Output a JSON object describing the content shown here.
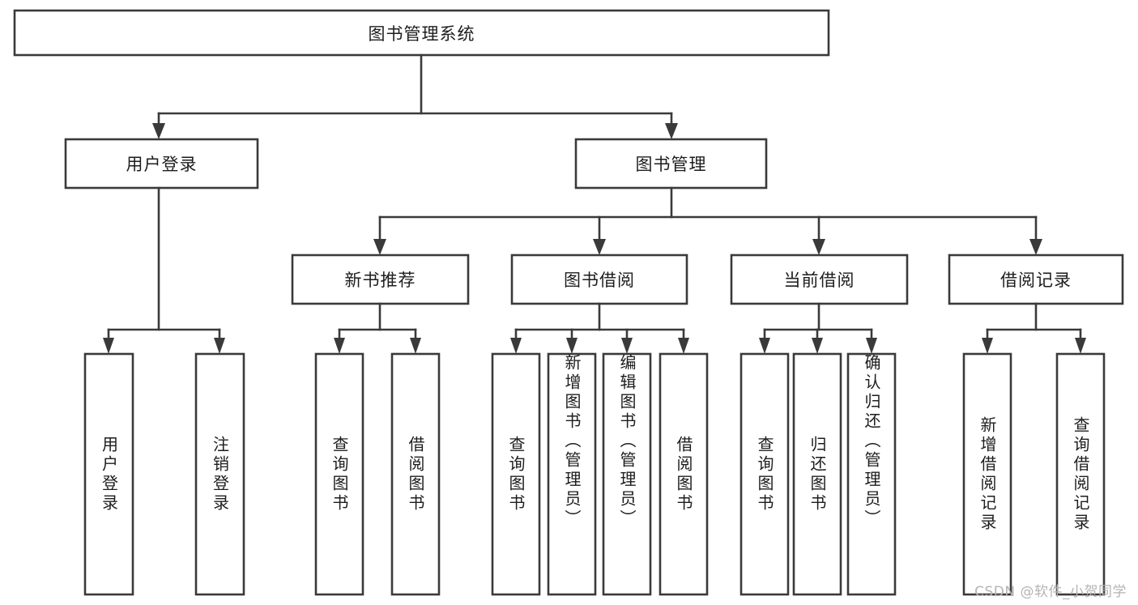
{
  "diagram": {
    "type": "tree",
    "title": "图书管理系统",
    "root": {
      "id": "root",
      "label": "图书管理系统",
      "orientation": "horizontal"
    },
    "level1": [
      {
        "id": "user-login",
        "label": "用户登录",
        "orientation": "horizontal"
      },
      {
        "id": "book-manage",
        "label": "图书管理",
        "orientation": "horizontal"
      }
    ],
    "level2": [
      {
        "id": "new-book-rec",
        "label": "新书推荐",
        "orientation": "horizontal",
        "parent": "book-manage"
      },
      {
        "id": "book-borrow",
        "label": "图书借阅",
        "orientation": "horizontal",
        "parent": "book-manage"
      },
      {
        "id": "current-borrow",
        "label": "当前借阅",
        "orientation": "horizontal",
        "parent": "book-manage"
      },
      {
        "id": "borrow-record",
        "label": "借阅记录",
        "orientation": "horizontal",
        "parent": "book-manage"
      }
    ],
    "leaves": [
      {
        "id": "leaf-user-login",
        "label": "用户登录",
        "orientation": "vertical",
        "parent": "user-login"
      },
      {
        "id": "leaf-logout",
        "label": "注销登录",
        "orientation": "vertical",
        "parent": "user-login"
      },
      {
        "id": "leaf-query-book-1",
        "label": "查询图书",
        "orientation": "vertical",
        "parent": "new-book-rec"
      },
      {
        "id": "leaf-borrow-book-1",
        "label": "借阅图书",
        "orientation": "vertical",
        "parent": "new-book-rec"
      },
      {
        "id": "leaf-query-book-2",
        "label": "查询图书",
        "orientation": "vertical",
        "parent": "book-borrow"
      },
      {
        "id": "leaf-add-book",
        "label": "新增图书（管理员）",
        "orientation": "vertical",
        "parent": "book-borrow"
      },
      {
        "id": "leaf-edit-book",
        "label": "编辑图书（管理员）",
        "orientation": "vertical",
        "parent": "book-borrow"
      },
      {
        "id": "leaf-borrow-book-2",
        "label": "借阅图书",
        "orientation": "vertical",
        "parent": "book-borrow"
      },
      {
        "id": "leaf-query-book-3",
        "label": "查询图书",
        "orientation": "vertical",
        "parent": "current-borrow"
      },
      {
        "id": "leaf-return-book",
        "label": "归还图书",
        "orientation": "vertical",
        "parent": "current-borrow"
      },
      {
        "id": "leaf-confirm-return",
        "label": "确认归还（管理员）",
        "orientation": "vertical",
        "parent": "current-borrow"
      },
      {
        "id": "leaf-add-record",
        "label": "新增借阅记录",
        "orientation": "vertical",
        "parent": "borrow-record"
      },
      {
        "id": "leaf-query-record",
        "label": "查询借阅记录",
        "orientation": "vertical",
        "parent": "borrow-record"
      }
    ],
    "colors": {
      "stroke": "#3a3a3a",
      "fill": "#ffffff",
      "text": "#1d1d1d",
      "watermark": "#b4b4b4"
    }
  },
  "watermark": {
    "text": "CSDN @软件_小贺同学"
  }
}
